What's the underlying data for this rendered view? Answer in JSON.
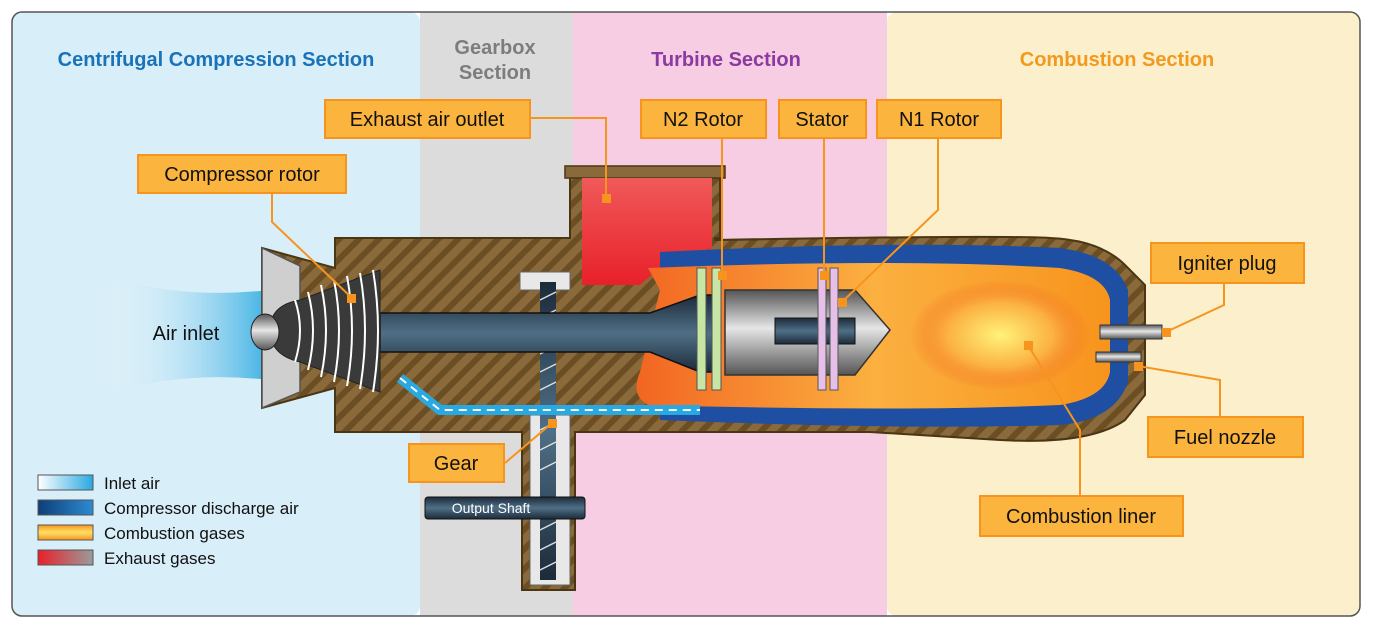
{
  "sections": {
    "compression": {
      "title": "Centrifugal Compression Section",
      "color": "#1a73b8"
    },
    "gearbox": {
      "title_line1": "Gearbox",
      "title_line2": "Section",
      "color": "#7d7d7d"
    },
    "turbine": {
      "title": "Turbine Section",
      "color": "#8a3aa0"
    },
    "combustion": {
      "title": "Combustion Section",
      "color": "#f39a1e"
    }
  },
  "background_colors": {
    "compression": "#d8eef8",
    "gearbox": "#dcdcdc",
    "turbine": "#f7cde3",
    "combustion": "#fbefcc"
  },
  "callouts": {
    "exhaust_air_outlet": "Exhaust air outlet",
    "compressor_rotor": "Compressor rotor",
    "n2_rotor": "N2 Rotor",
    "stator": "Stator",
    "n1_rotor": "N1 Rotor",
    "igniter_plug": "Igniter plug",
    "fuel_nozzle": "Fuel nozzle",
    "combustion_liner": "Combustion liner",
    "gear": "Gear"
  },
  "labels": {
    "air_inlet": "Air inlet",
    "output_shaft": "Output Shaft"
  },
  "legend": [
    {
      "label": "Inlet air",
      "color_from": "#ffffff",
      "color_to": "#29a9e1"
    },
    {
      "label": "Compressor discharge air",
      "color_from": "#0d3e78",
      "color_to": "#2d8bd1"
    },
    {
      "label": "Combustion gases",
      "color_from": "#f7941d",
      "color_to": "#ffe066"
    },
    {
      "label": "Exhaust gases",
      "color_from": "#e8202a",
      "color_to": "#9b9b9b"
    }
  ],
  "callout_style": {
    "fill": "#fbb53f",
    "stroke": "#f7941d"
  }
}
